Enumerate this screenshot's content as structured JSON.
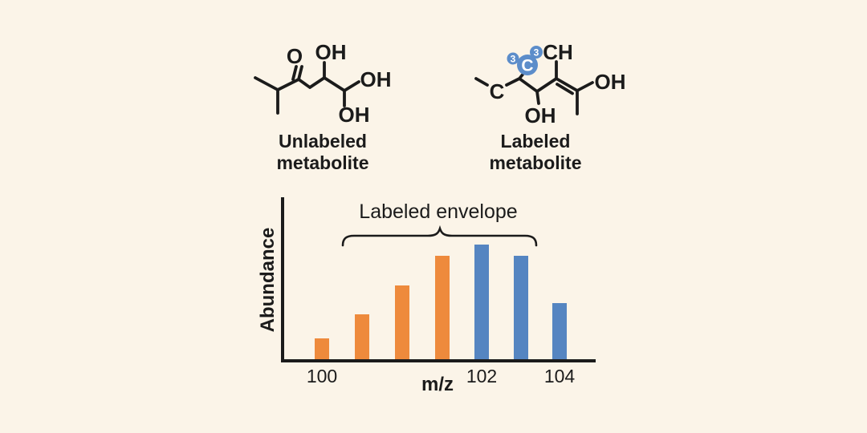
{
  "colors": {
    "background": "#FBF4E8",
    "ink": "#1B1B1B",
    "orange": "#EE8A3C",
    "blue": "#5585C1",
    "circle_blue": "#5C8DCA",
    "circle_text": "#FFFFFF"
  },
  "structures": {
    "unlabeled": {
      "caption": [
        "Unlabeled",
        "metabolite"
      ],
      "atoms": {
        "o": "O",
        "oh_top": "OH",
        "oh_right": "OH",
        "oh_bottom": "OH"
      }
    },
    "labeled": {
      "caption": [
        "Labeled",
        "metabolite"
      ],
      "atoms": {
        "c_chain": "C",
        "c13_carbon": "C",
        "c13_superscript_left": "3",
        "c13_superscript_right": "3",
        "ch": "CH",
        "oh_bottom": "OH",
        "oh_right": "OH"
      }
    }
  },
  "chart_data": {
    "type": "bar",
    "title": "",
    "ylabel": "Abundance",
    "xlabel": "m/z",
    "annotation": "Labeled envelope",
    "x_ticks": [
      {
        "label": "100",
        "bar_index": 0
      },
      {
        "label": "102",
        "bar_index": 4
      },
      {
        "label": "104",
        "bar_index": 6
      }
    ],
    "values": [
      0.18,
      0.39,
      0.64,
      0.9,
      1.0,
      0.9,
      0.49
    ],
    "bar_colors": [
      "orange",
      "orange",
      "orange",
      "orange",
      "blue",
      "blue",
      "blue"
    ],
    "ylim": [
      0,
      1.05
    ],
    "grid": false,
    "legend_position": "none",
    "annotation_brace_bar_range": [
      1,
      5
    ]
  }
}
